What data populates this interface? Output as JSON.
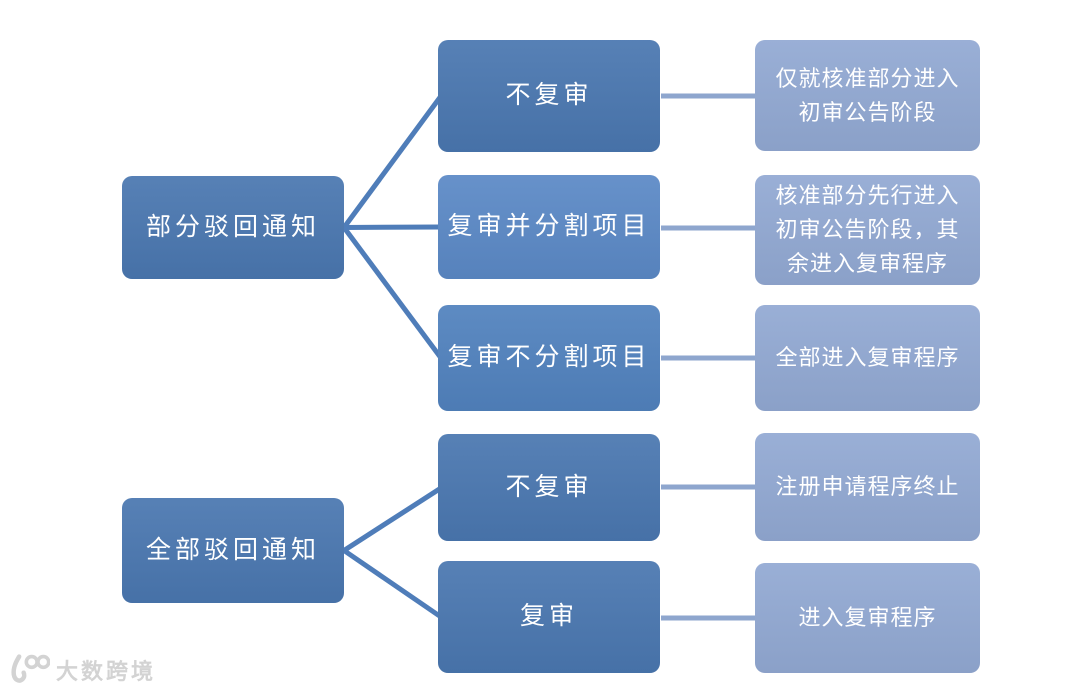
{
  "diagram": {
    "title_semantic": "trademark-rejection-notice-decision-tree",
    "colors": {
      "node_dark": "#4a77b0",
      "node_medium": "#5b89c6",
      "node_medium_alt": "#5182be",
      "node_light": "#92a9d3",
      "fan_line": "#4f7db9",
      "link_line": "#8ea6ce",
      "node_text": "#ffffff",
      "watermark": "#d3d3d3"
    },
    "trees": [
      {
        "root": "部分驳回通知",
        "branches": [
          {
            "option": "不复审",
            "outcome": "仅就核准部分进入初审公告阶段"
          },
          {
            "option": "复审并分割项目",
            "outcome": "核准部分先行进入初审公告阶段，其余进入复审程序"
          },
          {
            "option": "复审不分割项目",
            "outcome": "全部进入复审程序"
          }
        ]
      },
      {
        "root": "全部驳回通知",
        "branches": [
          {
            "option": "不复审",
            "outcome": "注册申请程序终止"
          },
          {
            "option": "复审",
            "outcome": "进入复审程序"
          }
        ]
      }
    ],
    "watermark": {
      "logo_icon": "100-logo",
      "brand": "大数跨境"
    }
  }
}
